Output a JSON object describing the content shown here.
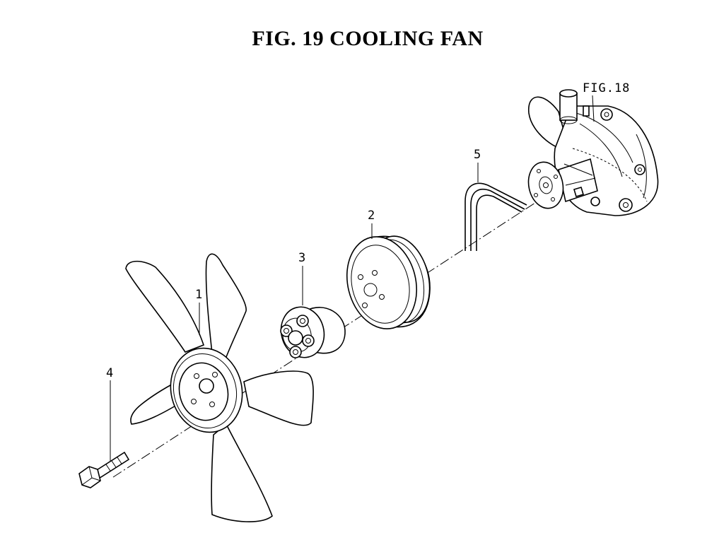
{
  "title": "FIG. 19  COOLING FAN",
  "reference": "FIG.18",
  "callouts": [
    {
      "id": "1",
      "part": "fan"
    },
    {
      "id": "2",
      "part": "pulley"
    },
    {
      "id": "3",
      "part": "spacer"
    },
    {
      "id": "4",
      "part": "bolt"
    },
    {
      "id": "5",
      "part": "v-belt"
    }
  ]
}
